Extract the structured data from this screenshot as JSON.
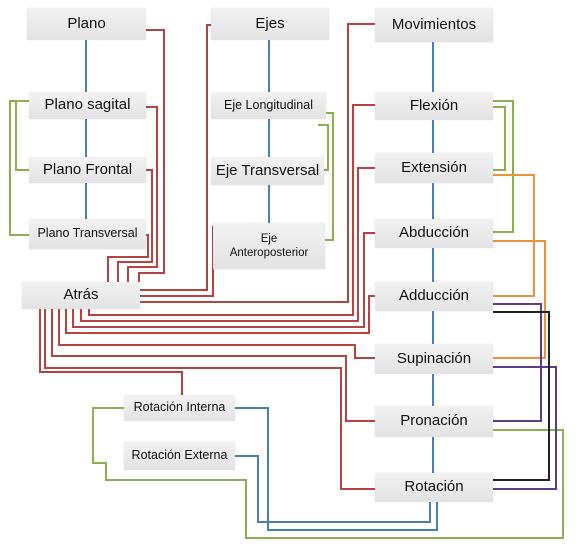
{
  "nodes": {
    "plano": "Plano",
    "plano_sagital": "Plano sagital",
    "plano_frontal": "Plano Frontal",
    "plano_transversal": "Plano Transversal",
    "atras": "Atrás",
    "ejes": "Ejes",
    "eje_longitudinal": "Eje Longitudinal",
    "eje_transversal": "Eje Transversal",
    "eje_antero_line1": "Eje",
    "eje_antero_line2": "Anteroposterior",
    "movimientos": "Movimientos",
    "flexion": "Flexión",
    "extension": "Extensión",
    "abduccion": "Abducción",
    "aduccion": "Adducción",
    "supinacion": "Supinación",
    "pronacion": "Pronación",
    "rotacion": "Rotación",
    "rotacion_interna": "Rotación Interna",
    "rotacion_externa": "Rotación Externa"
  },
  "colors": {
    "blue": "#4a7fb5",
    "red": "#b5433f",
    "green": "#8cb050",
    "orange": "#e8953c",
    "purple": "#5e3d86",
    "black": "#222222"
  }
}
